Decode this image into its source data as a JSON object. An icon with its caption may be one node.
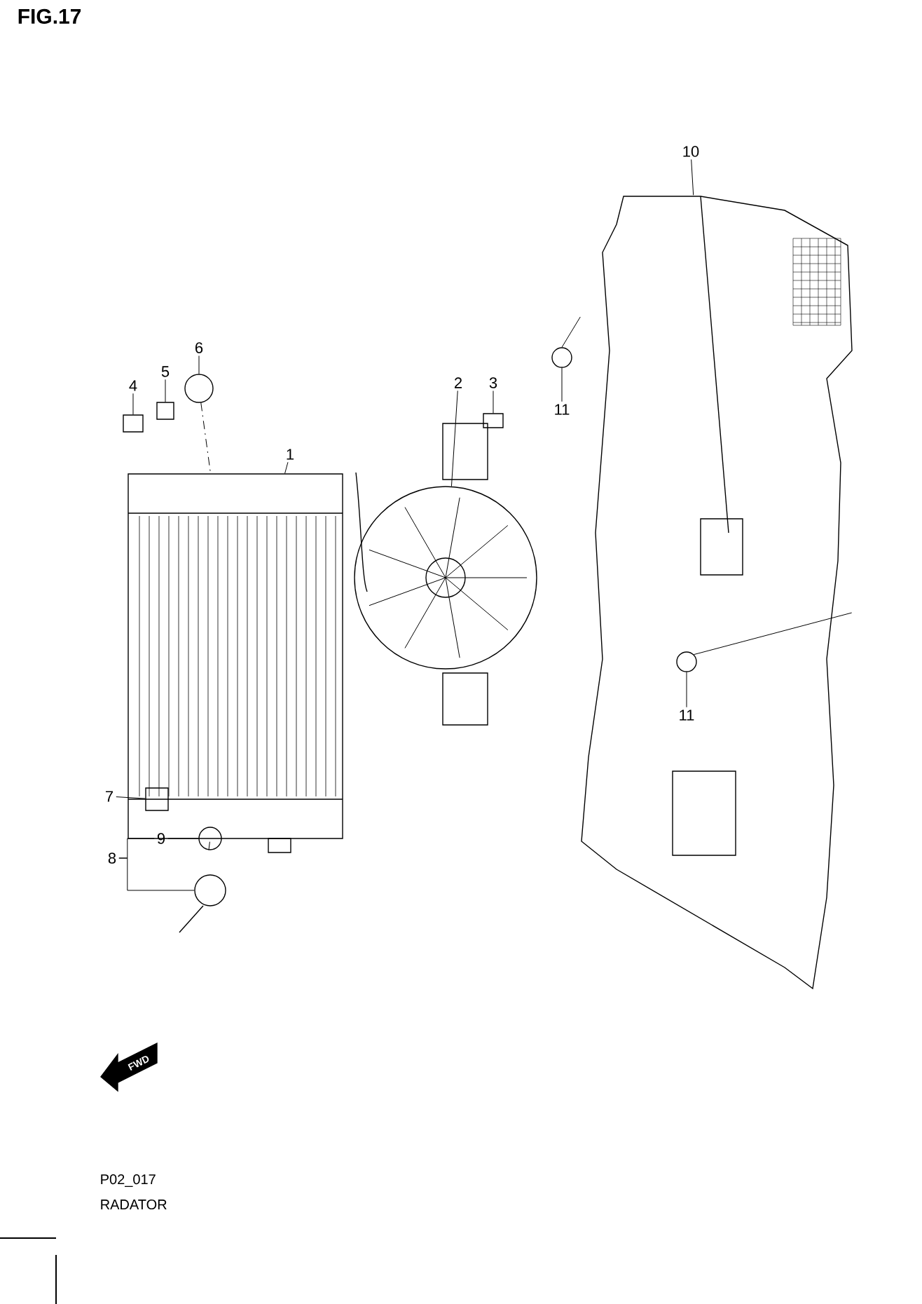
{
  "diagram": {
    "title": "FIG.17",
    "nodes": [
      {
        "text": [
          "1"
        ]
      },
      {
        "text": [
          "2"
        ]
      },
      {
        "text": [
          "3"
        ]
      },
      {
        "text": [
          "4"
        ]
      },
      {
        "text": [
          "5"
        ]
      },
      {
        "text": [
          "6"
        ]
      },
      {
        "text": [
          "7"
        ]
      },
      {
        "text": [
          "8"
        ]
      },
      {
        "text": [
          "9"
        ]
      },
      {
        "text": [
          "10"
        ]
      },
      {
        "text": [
          "11"
        ]
      },
      {
        "text": [
          "11"
        ],
        "in": 21
      },
      {
        "text": [],
        "shape": "picture"
      },
      {
        "text": [],
        "shape": "picture"
      },
      {
        "text": [],
        "shape": "box"
      },
      {
        "text": [],
        "shape": "box"
      },
      {
        "text": [],
        "shape": "box"
      },
      {
        "text": [],
        "shape": "circle"
      },
      {
        "text": [],
        "shape": "box",
        "in": 12
      },
      {
        "text": [],
        "shape": "picture"
      },
      {
        "text": [],
        "shape": "circle"
      },
      {
        "text": [],
        "shape": "picture"
      },
      {
        "text": [],
        "shape": "circle"
      },
      {
        "text": [],
        "shape": "circle",
        "in": 21
      }
    ],
    "edges": [
      {
        "from": 0,
        "to": 12,
        "arrow": "none"
      },
      {
        "from": 1,
        "to": 13,
        "arrow": "none"
      },
      {
        "from": 2,
        "to": 14,
        "arrow": "none"
      },
      {
        "from": 3,
        "to": 15,
        "arrow": "none"
      },
      {
        "from": 4,
        "to": 16,
        "arrow": "none"
      },
      {
        "from": 5,
        "to": 17,
        "arrow": "none"
      },
      {
        "from": 6,
        "to": 18,
        "arrow": "none"
      },
      {
        "from": 7,
        "to": 8,
        "arrow": "none"
      },
      {
        "from": 7,
        "to": 19,
        "arrow": "none"
      },
      {
        "from": 8,
        "to": 20,
        "arrow": "none"
      },
      {
        "from": 9,
        "to": 21,
        "arrow": "none"
      },
      {
        "from": 10,
        "to": 22,
        "arrow": "none"
      },
      {
        "from": 11,
        "to": 23,
        "arrow": "none"
      },
      {
        "from": 17,
        "to": 12,
        "arrow": "none",
        "style": "dashed"
      },
      {
        "from": 20,
        "to": 12,
        "arrow": "none",
        "style": "dashed"
      },
      {
        "from": 22,
        "to": 21,
        "arrow": "none"
      },
      {
        "from": 23,
        "to": 21,
        "arrow": "none"
      }
    ],
    "labels": [
      "FWD",
      "P02_017",
      "RADATOR"
    ]
  }
}
